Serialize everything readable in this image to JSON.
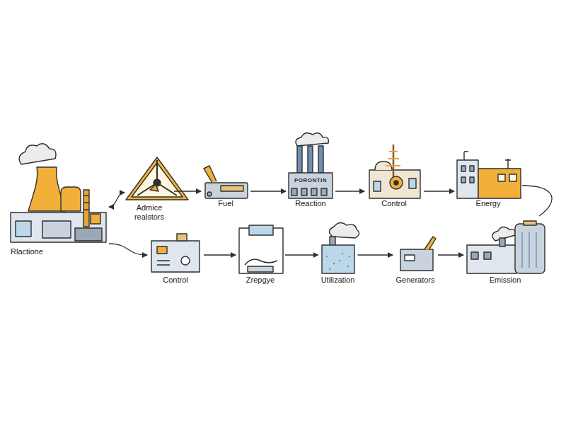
{
  "diagram": {
    "nodes": [
      {
        "text": [
          "Rlactione"
        ]
      },
      {
        "text": [
          "Admice realstors"
        ]
      },
      {
        "text": [
          "Fuel"
        ]
      },
      {
        "text": [
          "Reaction"
        ]
      },
      {
        "text": [
          "Control"
        ]
      },
      {
        "text": [
          "Energy"
        ]
      },
      {
        "text": [
          "Control"
        ]
      },
      {
        "text": [
          "Zrepgye"
        ]
      },
      {
        "text": [
          "Utilization"
        ]
      },
      {
        "text": [
          "Generators"
        ]
      },
      {
        "text": [
          "Emission"
        ]
      }
    ],
    "edges": [
      {
        "from": 0,
        "to": 1,
        "arrow": "both"
      },
      {
        "from": 1,
        "to": 2,
        "arrow": "to"
      },
      {
        "from": 2,
        "to": 3,
        "arrow": "to"
      },
      {
        "from": 3,
        "to": 4,
        "arrow": "to"
      },
      {
        "from": 4,
        "to": 5,
        "arrow": "to"
      },
      {
        "from": 5,
        "to": 10,
        "arrow": "none"
      },
      {
        "from": 0,
        "to": 6,
        "arrow": "to"
      },
      {
        "from": 6,
        "to": 7,
        "arrow": "to"
      },
      {
        "from": 7,
        "to": 8,
        "arrow": "to"
      },
      {
        "from": 8,
        "to": 9,
        "arrow": "to"
      },
      {
        "from": 9,
        "to": 10,
        "arrow": "to"
      }
    ],
    "labels": [
      "PORONTIN"
    ]
  }
}
